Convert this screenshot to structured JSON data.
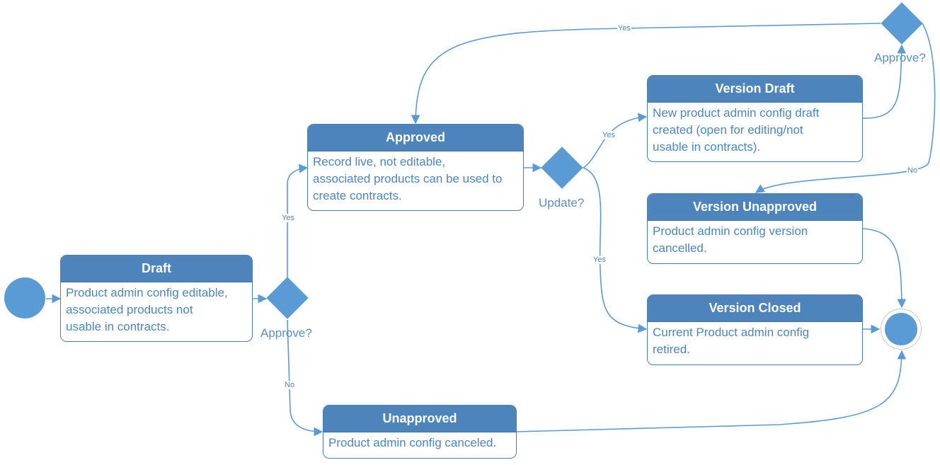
{
  "states": {
    "draft": {
      "title": "Draft",
      "lines": [
        "Product admin config editable,",
        "associated products not",
        "usable in contracts."
      ]
    },
    "approved": {
      "title": "Approved",
      "lines": [
        "Record live, not editable,",
        "associated products can be used to",
        "create contracts."
      ]
    },
    "unapproved": {
      "title": "Unapproved",
      "lines": [
        "Product admin config canceled."
      ]
    },
    "version_draft": {
      "title": "Version Draft",
      "lines": [
        "New product admin config draft",
        "created (open for editing/not",
        "usable in contracts)."
      ]
    },
    "version_unapproved": {
      "title": "Version Unapproved",
      "lines": [
        "Product admin config version",
        "cancelled."
      ]
    },
    "version_closed": {
      "title": "Version Closed",
      "lines": [
        "Current Product admin config",
        "retired."
      ]
    }
  },
  "decisions": {
    "approve_1": "Approve?",
    "update": "Update?",
    "approve_2": "Approve?"
  },
  "edges": {
    "approve1_yes": "Yes",
    "approve1_no": "No",
    "update_yes_top": "Yes",
    "update_yes_bottom": "Yes",
    "approve2_yes": "Yes",
    "approve2_no": "No"
  },
  "colors": {
    "accent": "#5b9bd5",
    "header": "#4d84bb",
    "text": "#4a86c2",
    "line": "#5b9bd5"
  }
}
